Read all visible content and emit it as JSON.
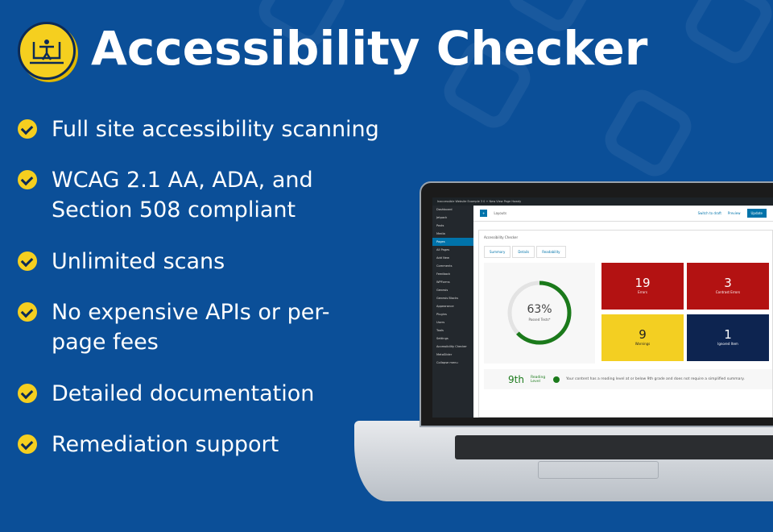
{
  "title": "Accessibility Checker",
  "features": [
    "Full site accessibility scanning",
    "WCAG 2.1 AA, ADA, and Section 508 compliant",
    "Unlimited scans",
    "No expensive APIs or per-page fees",
    "Detailed documentation",
    "Remediation support"
  ],
  "colors": {
    "background": "#0b4f98",
    "accent": "#f5cf1f",
    "error": "#b31212",
    "warning": "#f3cf22",
    "ignored": "#0d2450",
    "passed": "#1b7a1b"
  },
  "screen": {
    "adminbar": "Inaccessible Website Example   3   0   + New   View Page   Howdy",
    "sidebar": [
      "Dashboard",
      "Jetpack",
      "Posts",
      "Media",
      "Pages",
      "All Pages",
      "Add New",
      "Comments",
      "Feedback",
      "WPForms",
      "Genesis",
      "Genesis Blocks",
      "Appearance",
      "Plugins",
      "Users",
      "Tools",
      "Settings",
      "Accessibility Checker",
      "MetaSlider",
      "Collapse menu"
    ],
    "toolbar": {
      "layouts": "Layouts",
      "switch_draft": "Switch to draft",
      "preview": "Preview",
      "update": "Update"
    },
    "panel_title": "Accessibility Checker",
    "tabs": [
      "Summary",
      "Details",
      "Readability"
    ],
    "passed": {
      "value": "63%",
      "label": "Passed Tests*",
      "percent": 63
    },
    "tiles": [
      {
        "value": "19",
        "label": "Errors"
      },
      {
        "value": "3",
        "label": "Contrast Errors"
      },
      {
        "value": "9",
        "label": "Warnings"
      },
      {
        "value": "1",
        "label": "Ignored Item"
      }
    ],
    "reading": {
      "grade": "9th",
      "label": "Reading Level",
      "message": "Your content has a reading level at or below 9th grade and does not require a simplified summary."
    }
  }
}
